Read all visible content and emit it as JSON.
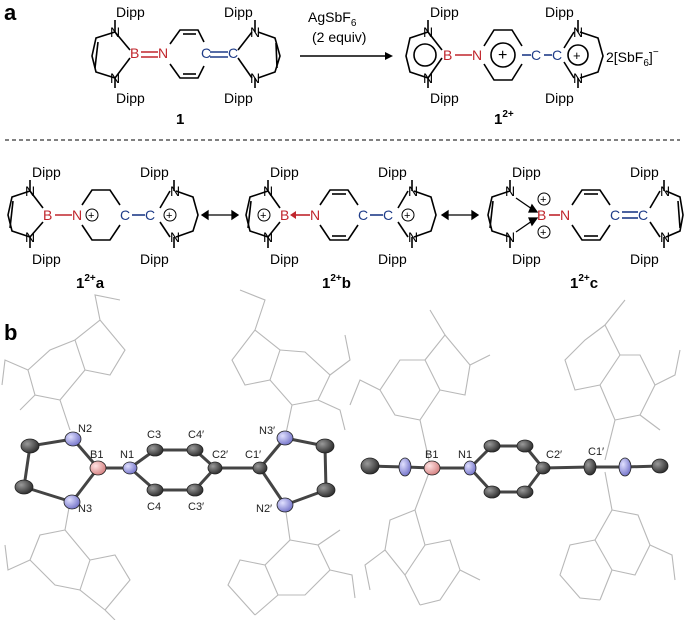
{
  "panel_labels": {
    "a": "a",
    "b": "b"
  },
  "substituent": "Dipp",
  "reaction": {
    "reagent": "AgSbF",
    "reagent_sub": "6",
    "conditions": "(2 equiv)",
    "counterion_prefix": "2[SbF",
    "counterion_sub": "6",
    "counterion_suffix": "]",
    "counterion_sup": "−"
  },
  "compounds": {
    "reactant": "1",
    "product": {
      "base": "1",
      "sup": "2+",
      "suffix": ""
    },
    "resonance": [
      {
        "base": "1",
        "sup": "2+",
        "suffix": "a"
      },
      {
        "base": "1",
        "sup": "2+",
        "suffix": "b"
      },
      {
        "base": "1",
        "sup": "2+",
        "suffix": "c"
      }
    ]
  },
  "atoms": {
    "N": "N",
    "B": "B",
    "C": "C",
    "plus": "+"
  },
  "colors": {
    "boron": "#c0262d",
    "carbon_bond": "#1f3c88",
    "nitrogen_atom": "#9a9ae6",
    "boron_atom": "#e8a0a0",
    "carbon_atom": "#555555",
    "wire": "#b5b5b5"
  },
  "crystal_labels_left": [
    "N2",
    "N3",
    "B1",
    "N1",
    "C3",
    "C4",
    "C4′",
    "C3′",
    "C2′",
    "C1′",
    "N3′",
    "N2′"
  ],
  "crystal_labels_right": [
    "B1",
    "N1",
    "C2′",
    "C1′"
  ]
}
